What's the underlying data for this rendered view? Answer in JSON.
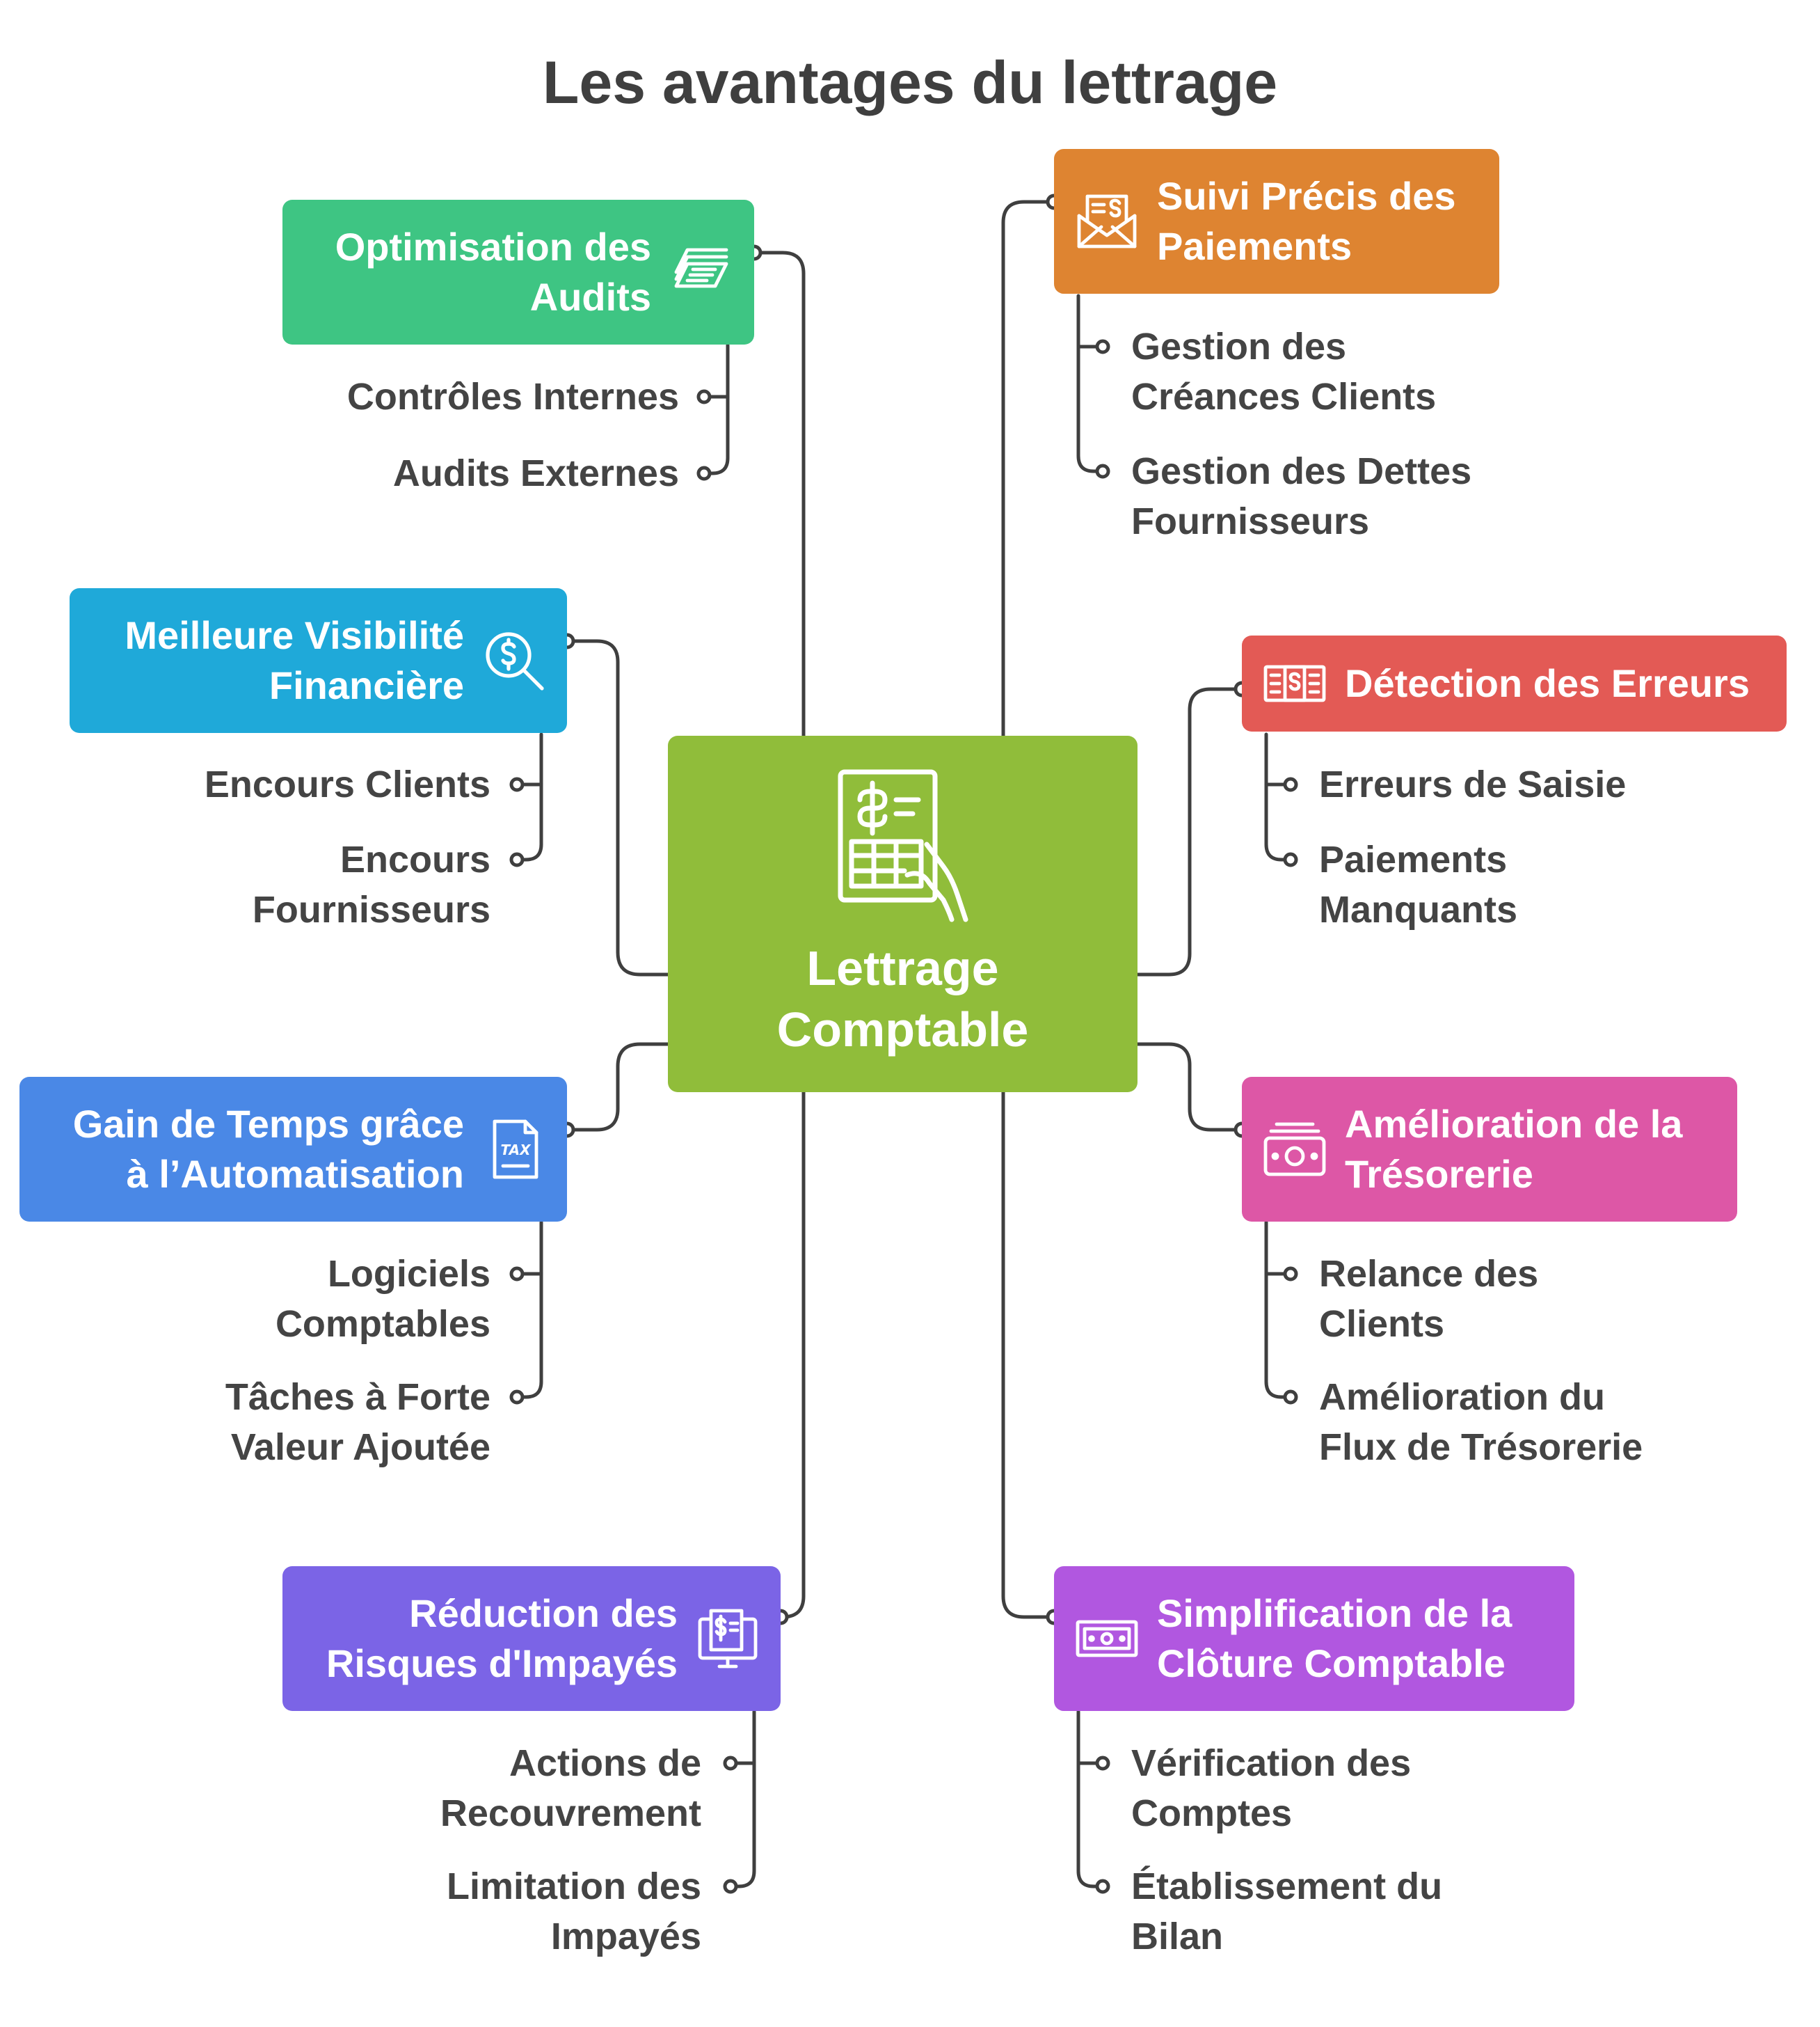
{
  "title": "Les avantages du lettrage",
  "center": {
    "label": "Lettrage\nComptable",
    "color": "#90bd3a",
    "icon": "invoice-hand-icon"
  },
  "line_color": "#3f3f3f",
  "branches": {
    "audits": {
      "label": "Optimisation des\nAudits",
      "color": "#3ec583",
      "icon": "money-stack-icon",
      "items": [
        "Contrôles Internes",
        "Audits Externes"
      ]
    },
    "visibilite": {
      "label": "Meilleure Visibilité\nFinancière",
      "color": "#1fa9d9",
      "icon": "dollar-search-icon",
      "items": [
        "Encours Clients",
        "Encours\nFournisseurs"
      ]
    },
    "temps": {
      "label": "Gain de Temps grâce\nà l’Automatisation",
      "color": "#4a88e6",
      "icon": "tax-document-icon",
      "items": [
        "Logiciels\nComptables",
        "Tâches à Forte\nValeur Ajoutée"
      ]
    },
    "impayes": {
      "label": "Réduction des\nRisques d'Impayés",
      "color": "#7b64e6",
      "icon": "invoice-monitor-icon",
      "items": [
        "Actions de\nRecouvrement",
        "Limitation des\nImpayés"
      ]
    },
    "paiements": {
      "label": "Suivi Précis des\nPaiements",
      "color": "#de8431",
      "icon": "money-envelope-icon",
      "items": [
        "Gestion des\nCréances Clients",
        "Gestion des Dettes\nFournisseurs"
      ]
    },
    "erreurs": {
      "label": "Détection des Erreurs",
      "color": "#e35a55",
      "icon": "banknote-icon",
      "items": [
        "Erreurs de Saisie",
        "Paiements\nManquants"
      ]
    },
    "tresorerie": {
      "label": "Amélioration de la\nTrésorerie",
      "color": "#dd57a6",
      "icon": "cash-stack-icon",
      "items": [
        "Relance des\nClients",
        "Amélioration du\nFlux de Trésorerie"
      ]
    },
    "cloture": {
      "label": "Simplification de la\nClôture Comptable",
      "color": "#b157e0",
      "icon": "bill-icon",
      "items": [
        "Vérification des\nComptes",
        "Établissement du\nBilan"
      ]
    }
  }
}
